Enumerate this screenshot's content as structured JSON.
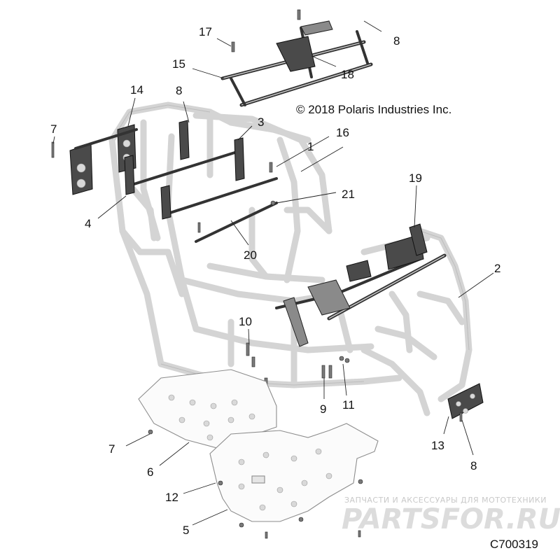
{
  "copyright": "© 2018 Polaris Industries Inc.",
  "diagram_id": "C700319",
  "watermark": {
    "tagline": "ЗАПЧАСТИ И АКСЕССУАРЫ ДЛЯ МОТОТЕХНИКИ",
    "brand": "PARTSFOR.RU"
  },
  "callouts": {
    "c1": "1",
    "c2": "2",
    "c3": "3",
    "c4": "4",
    "c5": "5",
    "c6": "6",
    "c7a": "7",
    "c7b": "7",
    "c8a": "8",
    "c8b": "8",
    "c8c": "8",
    "c9": "9",
    "c10": "10",
    "c11": "11",
    "c12": "12",
    "c13": "13",
    "c14": "14",
    "c15": "15",
    "c16": "16",
    "c17": "17",
    "c18": "18",
    "c19": "19",
    "c20": "20",
    "c21": "21"
  }
}
